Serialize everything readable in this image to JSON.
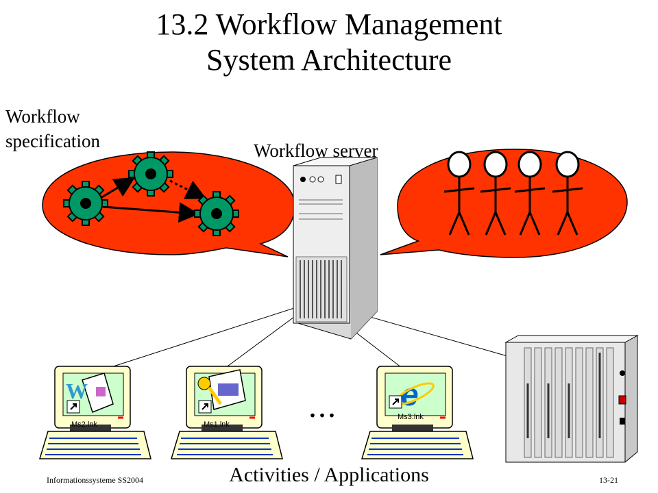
{
  "slide": {
    "title_line1": "13.2 Workflow Management",
    "title_line2": "System Architecture",
    "spec_label_line1": "Workflow",
    "spec_label_line2": "specification",
    "server_label": "Workflow server",
    "bottom_label": "Activities / Applications",
    "ellipsis": "...",
    "footer_left": "Informationssysteme SS2004",
    "footer_right": "13-21"
  },
  "clients": [
    {
      "shortcut_label": "Ms2.lnk",
      "app_icon": "word-document-icon"
    },
    {
      "shortcut_label": "Ms1.lnk",
      "app_icon": "key-document-icon"
    },
    {
      "shortcut_label": "Ms3.lnk",
      "app_icon": "internet-explorer-icon"
    }
  ],
  "colors": {
    "bubble_fill": "#ff3300",
    "gear_fill": "#009966",
    "screen_fill": "#ccffcc",
    "monitor_body": "#ffffcc",
    "keyboard_key": "#0033cc",
    "server_body": "#e6e6e6"
  }
}
